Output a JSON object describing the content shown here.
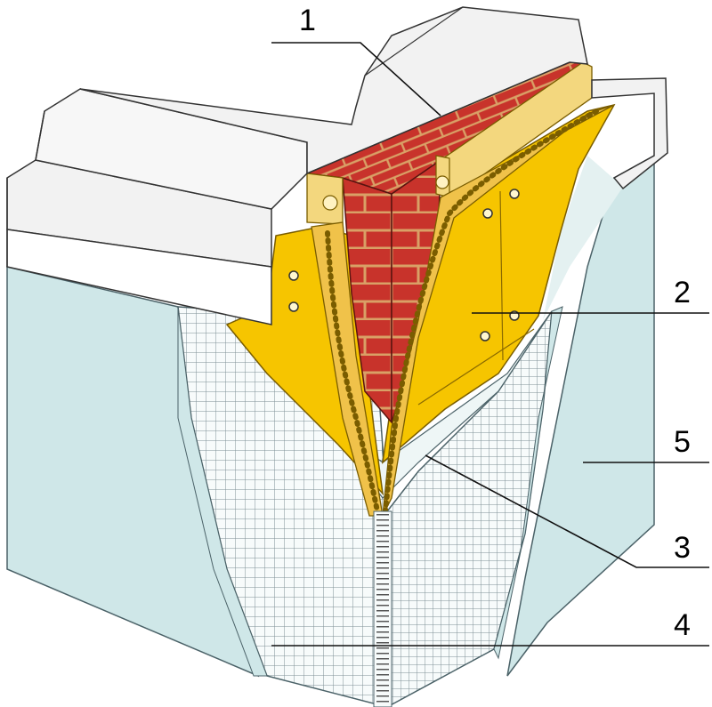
{
  "diagram": {
    "callouts": [
      {
        "id": "1",
        "label": "1"
      },
      {
        "id": "2",
        "label": "2"
      },
      {
        "id": "3",
        "label": "3"
      },
      {
        "id": "4",
        "label": "4"
      },
      {
        "id": "5",
        "label": "5"
      }
    ],
    "colors": {
      "brick": "#c8332b",
      "mortar": "#d9a066",
      "insulation_board": "#f6c500",
      "mineral_wool": "#f0c24a",
      "wood_batten": "#f3d77e",
      "mesh": "#8a9aa0",
      "plaster": "#cfe7e8",
      "plaster_edge": "#6f8d93",
      "sill_metal": "#f2f2f2",
      "outline": "#333333"
    }
  }
}
